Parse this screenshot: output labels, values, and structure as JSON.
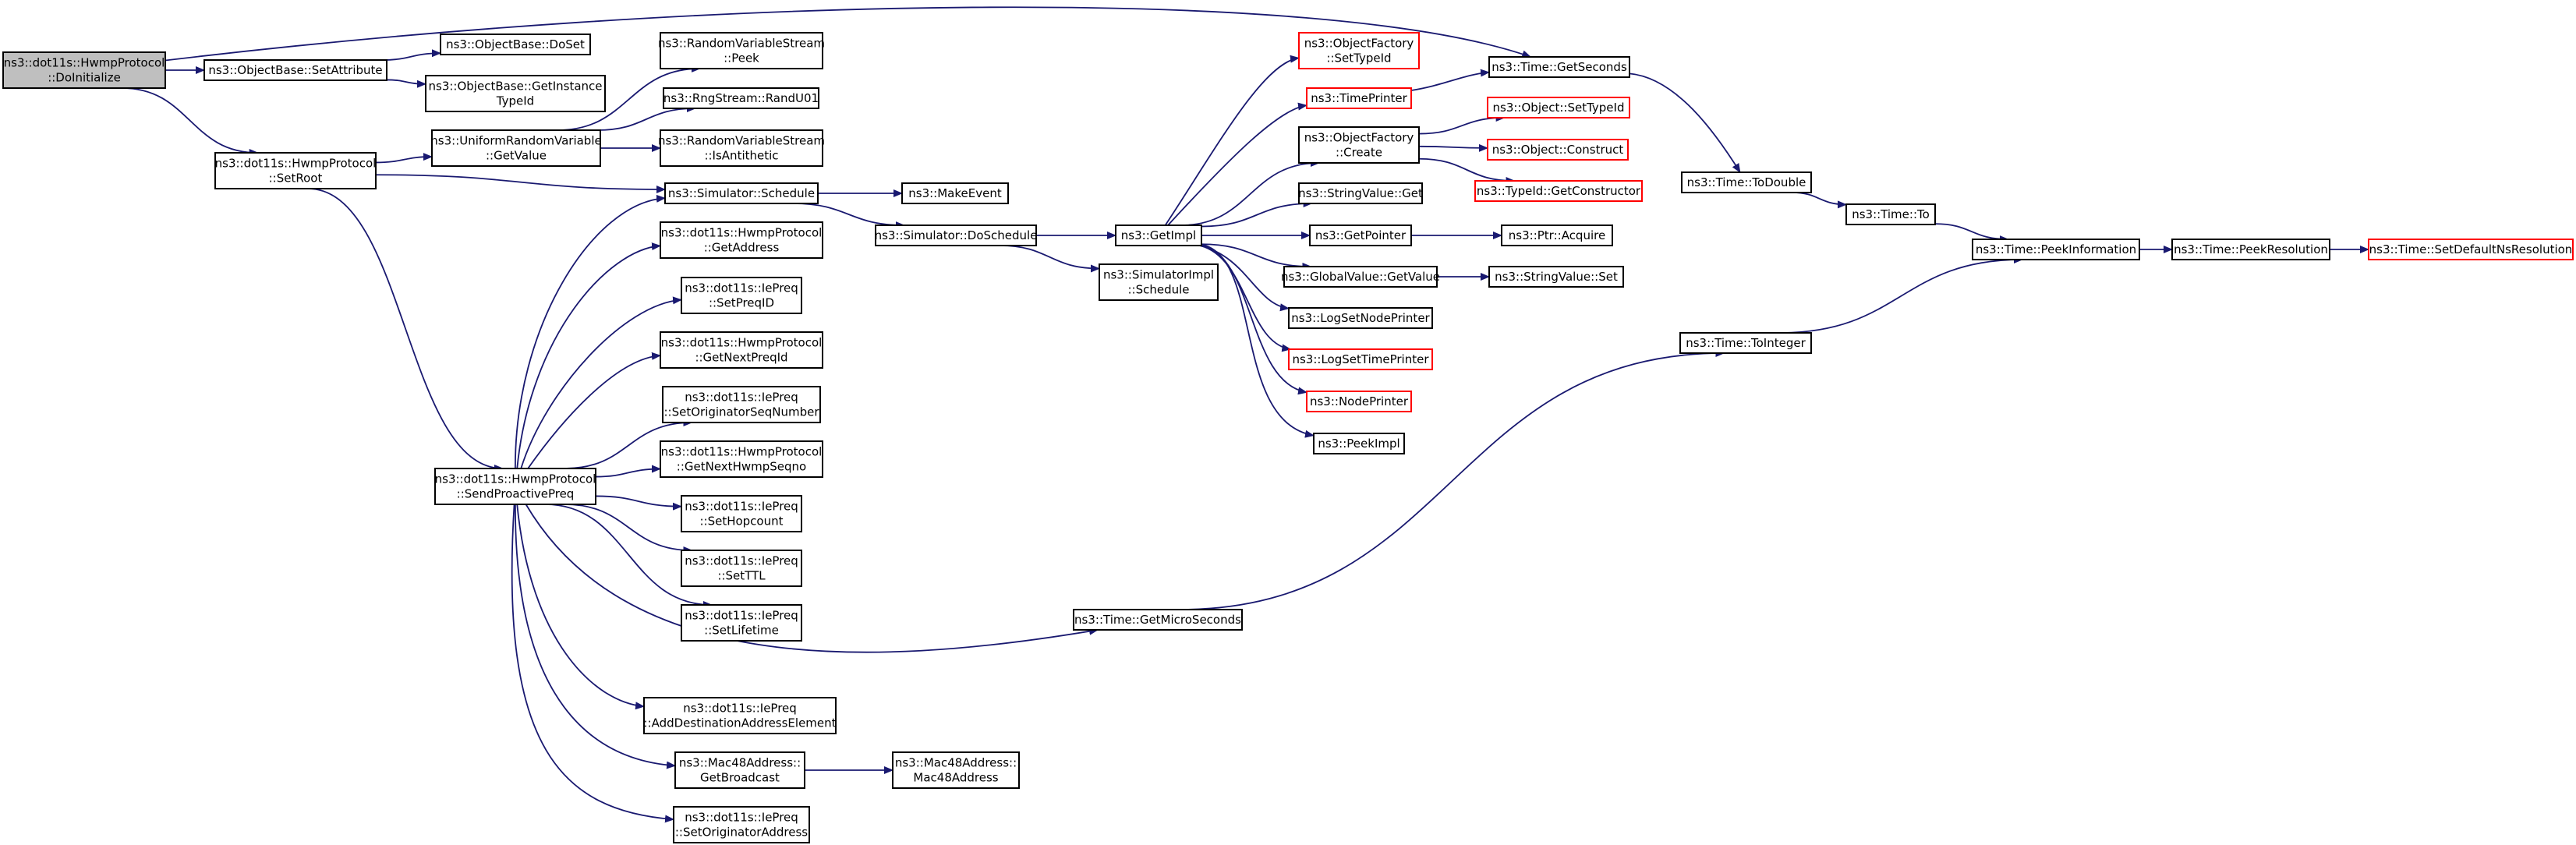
{
  "diagram": {
    "title": "",
    "colors": {
      "edge": "#191970",
      "root_fill": "#bfbfbf",
      "node_fill": "#ffffff",
      "node_border": "#000000",
      "truncated_border": "#ff0000"
    },
    "nodes": [
      {
        "id": "doinit",
        "lines": [
          "ns3::dot11s::HwmpProtocol",
          "::DoInitialize"
        ],
        "style": "root"
      },
      {
        "id": "setattr",
        "lines": [
          "ns3::ObjectBase::SetAttribute"
        ],
        "style": "normal"
      },
      {
        "id": "doset",
        "lines": [
          "ns3::ObjectBase::DoSet"
        ],
        "style": "normal"
      },
      {
        "id": "getinst",
        "lines": [
          "ns3::ObjectBase::GetInstance",
          "TypeId"
        ],
        "style": "normal"
      },
      {
        "id": "setroot",
        "lines": [
          "ns3::dot11s::HwmpProtocol",
          "::SetRoot"
        ],
        "style": "normal"
      },
      {
        "id": "urvget",
        "lines": [
          "ns3::UniformRandomVariable",
          "::GetValue"
        ],
        "style": "normal"
      },
      {
        "id": "rvspeek",
        "lines": [
          "ns3::RandomVariableStream",
          "::Peek"
        ],
        "style": "normal"
      },
      {
        "id": "randu01",
        "lines": [
          "ns3::RngStream::RandU01"
        ],
        "style": "normal"
      },
      {
        "id": "rvsanti",
        "lines": [
          "ns3::RandomVariableStream",
          "::IsAntithetic"
        ],
        "style": "normal"
      },
      {
        "id": "schedule",
        "lines": [
          "ns3::Simulator::Schedule"
        ],
        "style": "normal"
      },
      {
        "id": "makeevent",
        "lines": [
          "ns3::MakeEvent"
        ],
        "style": "normal"
      },
      {
        "id": "doschedule",
        "lines": [
          "ns3::Simulator::DoSchedule"
        ],
        "style": "normal"
      },
      {
        "id": "getimpl",
        "lines": [
          "ns3::GetImpl"
        ],
        "style": "normal"
      },
      {
        "id": "simimplsched",
        "lines": [
          "ns3::SimulatorImpl",
          "::Schedule"
        ],
        "style": "normal"
      },
      {
        "id": "getaddr",
        "lines": [
          "ns3::dot11s::HwmpProtocol",
          "::GetAddress"
        ],
        "style": "normal"
      },
      {
        "id": "setpreqid",
        "lines": [
          "ns3::dot11s::IePreq",
          "::SetPreqID"
        ],
        "style": "normal"
      },
      {
        "id": "getnextpreqid",
        "lines": [
          "ns3::dot11s::HwmpProtocol",
          "::GetNextPreqId"
        ],
        "style": "normal"
      },
      {
        "id": "setorigseq",
        "lines": [
          "ns3::dot11s::IePreq",
          "::SetOriginatorSeqNumber"
        ],
        "style": "normal"
      },
      {
        "id": "getnexthwmpseq",
        "lines": [
          "ns3::dot11s::HwmpProtocol",
          "::GetNextHwmpSeqno"
        ],
        "style": "normal"
      },
      {
        "id": "sendproactive",
        "lines": [
          "ns3::dot11s::HwmpProtocol",
          "::SendProactivePreq"
        ],
        "style": "normal"
      },
      {
        "id": "sethopcount",
        "lines": [
          "ns3::dot11s::IePreq",
          "::SetHopcount"
        ],
        "style": "normal"
      },
      {
        "id": "setttl",
        "lines": [
          "ns3::dot11s::IePreq",
          "::SetTTL"
        ],
        "style": "normal"
      },
      {
        "id": "setlifetime",
        "lines": [
          "ns3::dot11s::IePreq",
          "::SetLifetime"
        ],
        "style": "normal"
      },
      {
        "id": "adddest",
        "lines": [
          "ns3::dot11s::IePreq",
          "::AddDestinationAddressElement"
        ],
        "style": "normal"
      },
      {
        "id": "getbroadcast",
        "lines": [
          "ns3::Mac48Address::",
          "GetBroadcast"
        ],
        "style": "normal"
      },
      {
        "id": "mac48ctor",
        "lines": [
          "ns3::Mac48Address::",
          "Mac48Address"
        ],
        "style": "normal"
      },
      {
        "id": "setorigaddr",
        "lines": [
          "ns3::dot11s::IePreq",
          "::SetOriginatorAddress"
        ],
        "style": "normal"
      },
      {
        "id": "ofsettypeid",
        "lines": [
          "ns3::ObjectFactory",
          "::SetTypeId"
        ],
        "style": "truncated"
      },
      {
        "id": "timeprinter",
        "lines": [
          "ns3::TimePrinter"
        ],
        "style": "truncated"
      },
      {
        "id": "ofcreate",
        "lines": [
          "ns3::ObjectFactory",
          "::Create"
        ],
        "style": "normal"
      },
      {
        "id": "strvalget",
        "lines": [
          "ns3::StringValue::Get"
        ],
        "style": "normal"
      },
      {
        "id": "getpointer",
        "lines": [
          "ns3::GetPointer"
        ],
        "style": "normal"
      },
      {
        "id": "gvgetvalue",
        "lines": [
          "ns3::GlobalValue::GetValue"
        ],
        "style": "normal"
      },
      {
        "id": "logsetnode",
        "lines": [
          "ns3::LogSetNodePrinter"
        ],
        "style": "normal"
      },
      {
        "id": "logsettime",
        "lines": [
          "ns3::LogSetTimePrinter"
        ],
        "style": "truncated"
      },
      {
        "id": "nodeprinter",
        "lines": [
          "ns3::NodePrinter"
        ],
        "style": "truncated"
      },
      {
        "id": "peekimpl",
        "lines": [
          "ns3::PeekImpl"
        ],
        "style": "normal"
      },
      {
        "id": "objsettypeid",
        "lines": [
          "ns3::Object::SetTypeId"
        ],
        "style": "truncated"
      },
      {
        "id": "objconstruct",
        "lines": [
          "ns3::Object::Construct"
        ],
        "style": "truncated"
      },
      {
        "id": "typeidgetctor",
        "lines": [
          "ns3::TypeId::GetConstructor"
        ],
        "style": "truncated"
      },
      {
        "id": "ptracquire",
        "lines": [
          "ns3::Ptr::Acquire"
        ],
        "style": "normal"
      },
      {
        "id": "strvalset",
        "lines": [
          "ns3::StringValue::Set"
        ],
        "style": "normal"
      },
      {
        "id": "getmicro",
        "lines": [
          "ns3::Time::GetMicroSeconds"
        ],
        "style": "normal"
      },
      {
        "id": "getseconds",
        "lines": [
          "ns3::Time::GetSeconds"
        ],
        "style": "normal"
      },
      {
        "id": "todouble",
        "lines": [
          "ns3::Time::ToDouble"
        ],
        "style": "normal"
      },
      {
        "id": "timeto",
        "lines": [
          "ns3::Time::To"
        ],
        "style": "normal"
      },
      {
        "id": "tointeger",
        "lines": [
          "ns3::Time::ToInteger"
        ],
        "style": "normal"
      },
      {
        "id": "peekinfo",
        "lines": [
          "ns3::Time::PeekInformation"
        ],
        "style": "normal"
      },
      {
        "id": "peekres",
        "lines": [
          "ns3::Time::PeekResolution"
        ],
        "style": "normal"
      },
      {
        "id": "setdefaultns",
        "lines": [
          "ns3::Time::SetDefaultNsResolution"
        ],
        "style": "truncated"
      }
    ],
    "edges": [
      [
        "doinit",
        "setattr"
      ],
      [
        "doinit",
        "getseconds"
      ],
      [
        "doinit",
        "setroot"
      ],
      [
        "setattr",
        "doset"
      ],
      [
        "setattr",
        "getinst"
      ],
      [
        "setroot",
        "urvget"
      ],
      [
        "setroot",
        "schedule"
      ],
      [
        "setroot",
        "sendproactive"
      ],
      [
        "urvget",
        "rvspeek"
      ],
      [
        "urvget",
        "randu01"
      ],
      [
        "urvget",
        "rvsanti"
      ],
      [
        "schedule",
        "makeevent"
      ],
      [
        "schedule",
        "doschedule"
      ],
      [
        "doschedule",
        "getimpl"
      ],
      [
        "doschedule",
        "simimplsched"
      ],
      [
        "sendproactive",
        "schedule"
      ],
      [
        "sendproactive",
        "getaddr"
      ],
      [
        "sendproactive",
        "setpreqid"
      ],
      [
        "sendproactive",
        "getnextpreqid"
      ],
      [
        "sendproactive",
        "setorigseq"
      ],
      [
        "sendproactive",
        "getnexthwmpseq"
      ],
      [
        "sendproactive",
        "sethopcount"
      ],
      [
        "sendproactive",
        "setttl"
      ],
      [
        "sendproactive",
        "setlifetime"
      ],
      [
        "sendproactive",
        "getmicro"
      ],
      [
        "sendproactive",
        "adddest"
      ],
      [
        "sendproactive",
        "getbroadcast"
      ],
      [
        "sendproactive",
        "setorigaddr"
      ],
      [
        "getbroadcast",
        "mac48ctor"
      ],
      [
        "getimpl",
        "ofsettypeid"
      ],
      [
        "getimpl",
        "timeprinter"
      ],
      [
        "getimpl",
        "ofcreate"
      ],
      [
        "getimpl",
        "strvalget"
      ],
      [
        "getimpl",
        "getpointer"
      ],
      [
        "getimpl",
        "gvgetvalue"
      ],
      [
        "getimpl",
        "logsetnode"
      ],
      [
        "getimpl",
        "logsettime"
      ],
      [
        "getimpl",
        "nodeprinter"
      ],
      [
        "getimpl",
        "peekimpl"
      ],
      [
        "timeprinter",
        "getseconds"
      ],
      [
        "ofcreate",
        "objsettypeid"
      ],
      [
        "ofcreate",
        "objconstruct"
      ],
      [
        "ofcreate",
        "typeidgetctor"
      ],
      [
        "getpointer",
        "ptracquire"
      ],
      [
        "gvgetvalue",
        "strvalset"
      ],
      [
        "getmicro",
        "tointeger"
      ],
      [
        "getseconds",
        "todouble"
      ],
      [
        "todouble",
        "timeto"
      ],
      [
        "timeto",
        "peekinfo"
      ],
      [
        "tointeger",
        "peekinfo"
      ],
      [
        "peekinfo",
        "peekres"
      ],
      [
        "peekres",
        "setdefaultns"
      ]
    ]
  }
}
